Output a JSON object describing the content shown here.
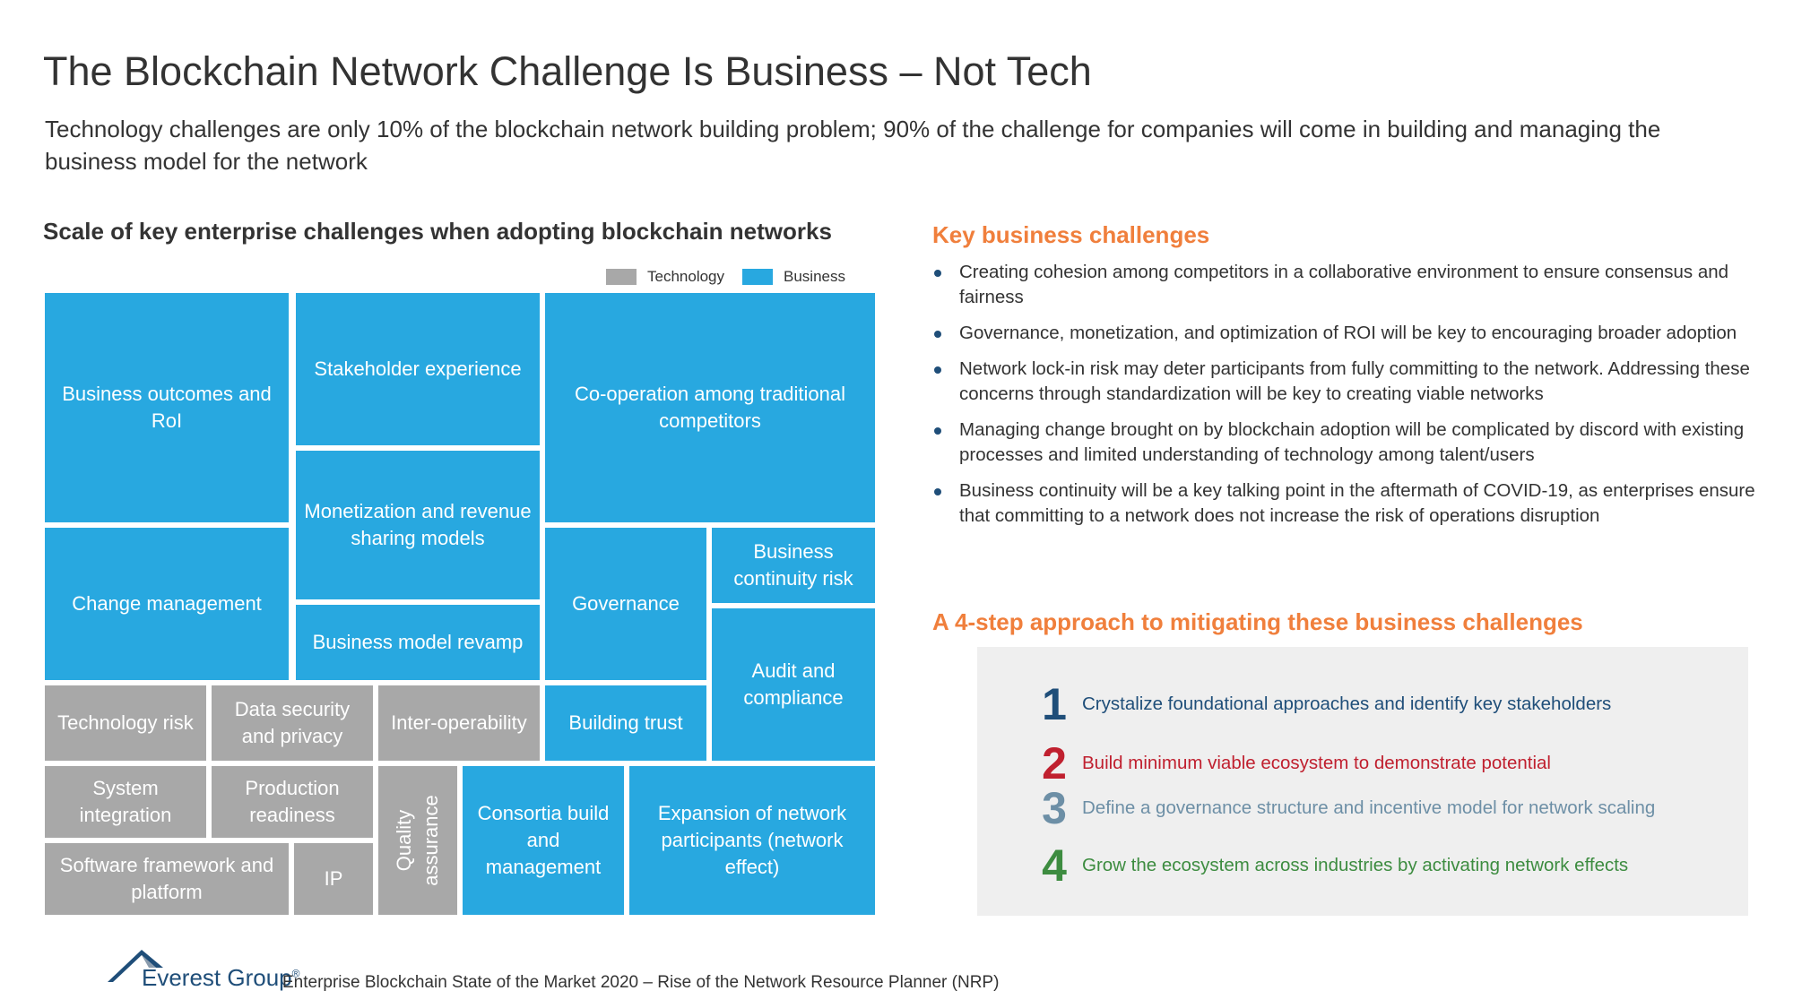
{
  "title": "The Blockchain Network Challenge Is Business – Not Tech",
  "subtitle": "Technology challenges are only 10% of the blockchain network building problem; 90% of the challenge for companies will come in building and managing the business model for the network",
  "treemap": {
    "heading": "Scale of key enterprise challenges when adopting blockchain networks",
    "legend": [
      {
        "label": "Technology",
        "color": "#a8a8a8"
      },
      {
        "label": "Business",
        "color": "#28a8e0"
      }
    ],
    "cells": {
      "business_outcomes": "Business outcomes and RoI",
      "stakeholder_experience": "Stakeholder experience",
      "cooperation": "Co-operation among traditional competitors",
      "monetization": "Monetization and revenue sharing models",
      "change_management": "Change management",
      "governance": "Governance",
      "business_continuity": "Business continuity risk",
      "business_model_revamp": "Business model revamp",
      "audit_compliance": "Audit and compliance",
      "technology_risk": "Technology risk",
      "data_security": "Data security and privacy",
      "interoperability": "Inter-operability",
      "building_trust": "Building trust",
      "system_integration": "System integration",
      "production_readiness": "Production readiness",
      "quality_assurance": "Quality assurance",
      "consortia": "Consortia build and management",
      "expansion": "Expansion of network participants (network effect)",
      "software_framework": "Software framework and platform",
      "ip": "IP"
    }
  },
  "key_challenges": {
    "heading": "Key business challenges",
    "items": [
      "Creating cohesion among competitors in a collaborative environment to ensure consensus and fairness",
      "Governance, monetization, and optimization of ROI will be key to encouraging broader adoption",
      "Network lock-in risk may deter participants from fully committing to the network. Addressing these concerns through standardization will be key to creating viable networks",
      "Managing change brought on by blockchain adoption will be complicated by discord with existing processes and limited understanding of technology among talent/users",
      "Business continuity will be a key talking point in the aftermath of COVID-19, as enterprises ensure that committing to a network does not increase the risk of operations disruption"
    ]
  },
  "approach": {
    "heading": "A 4-step approach to mitigating these business challenges",
    "steps": [
      {
        "num": "1",
        "text": "Crystalize foundational approaches and identify key stakeholders",
        "color": "#1f4e79"
      },
      {
        "num": "2",
        "text": "Build minimum viable ecosystem to demonstrate potential",
        "color": "#c0202f"
      },
      {
        "num": "3",
        "text": "Define a governance structure and incentive model for network scaling",
        "color": "#6d8fa6"
      },
      {
        "num": "4",
        "text": "Grow the ecosystem across industries by activating network effects",
        "color": "#3d8c40"
      }
    ]
  },
  "footer": {
    "logo_text": "Everest Group",
    "logo_mark": "®",
    "source": "Enterprise Blockchain State of the Market 2020 – Rise of the Network Resource Planner (NRP)"
  }
}
